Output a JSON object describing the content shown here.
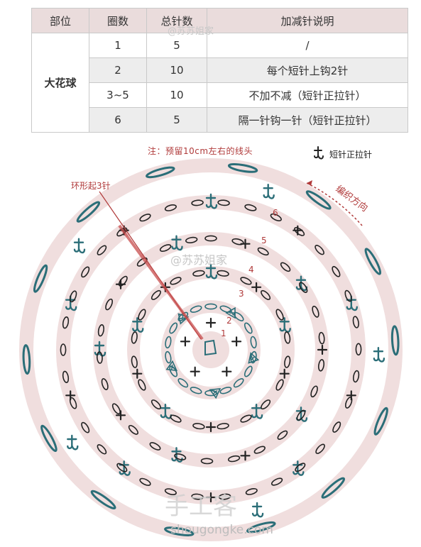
{
  "table": {
    "headers": [
      "部位",
      "圈数",
      "总针数",
      "加减针说明"
    ],
    "section": "大花球",
    "rows": [
      {
        "round": "1",
        "stitches": "5",
        "note": "/"
      },
      {
        "round": "2",
        "stitches": "10",
        "note": "每个短针上钩2针"
      },
      {
        "round": "3~5",
        "stitches": "10",
        "note": "不加不减（短针正拉针）"
      },
      {
        "round": "6",
        "stitches": "5",
        "note": "隔一针钩一针（短针正拉针）"
      }
    ]
  },
  "note": "注：预留10cm左右的线头",
  "legend": {
    "label": "短针正拉针",
    "icon": "front-post-single-crochet-icon"
  },
  "diagram": {
    "start_label": "环形起3针",
    "direction_label": "编织方向",
    "round_numbers": [
      "1",
      "2",
      "3",
      "4",
      "5",
      "6"
    ],
    "watermark_top": "@苏苏姐家",
    "watermark_mid": "@苏苏姐家",
    "watermark_brand": "手工客",
    "watermark_url": "shougongke.com"
  },
  "colors": {
    "teal": "#2b6e78",
    "ring_pink": "#f0dede",
    "accent_red": "#b03a3a",
    "ink": "#222222"
  }
}
